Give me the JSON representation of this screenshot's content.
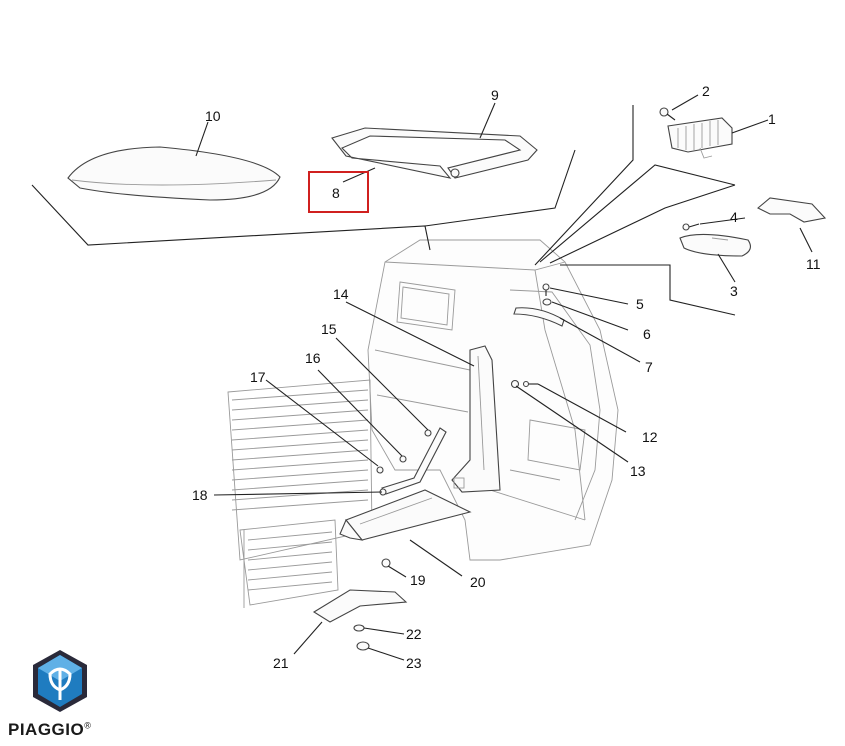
{
  "callouts": [
    "1",
    "2",
    "3",
    "4",
    "5",
    "6",
    "7",
    "8",
    "9",
    "10",
    "11",
    "12",
    "13",
    "14",
    "15",
    "16",
    "17",
    "18",
    "19",
    "20",
    "21",
    "22",
    "23"
  ],
  "highlighted_callout": "8",
  "brand": {
    "name": "PIAGGIO",
    "mark": "®"
  },
  "colors": {
    "highlight": "#d0201f",
    "logo_blue": "#1f7cc0",
    "logo_dark": "#2a2a3a"
  }
}
